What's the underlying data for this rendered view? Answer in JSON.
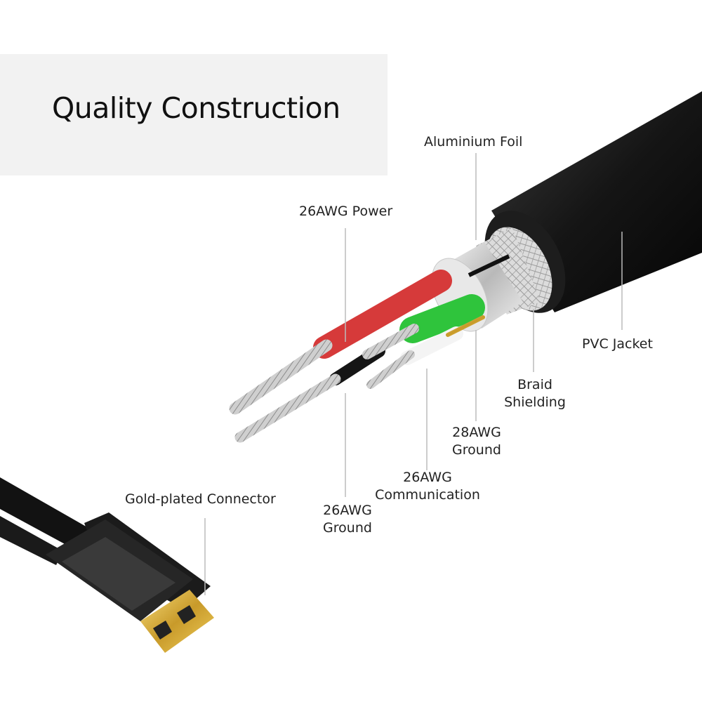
{
  "title": "Quality Construction",
  "colors": {
    "panel": "#f2f2f2",
    "jacket": "#151515",
    "red": "#d63a3a",
    "green": "#2fc43c",
    "gold": "#e0b83c",
    "leader": "#bbbbbb"
  },
  "labels": {
    "aluminium_foil": "Aluminium Foil",
    "power_26awg": "26AWG Power",
    "pvc_jacket": "PVC Jacket",
    "braid_1": "Braid",
    "braid_2": "Shielding",
    "ground_28awg_1": "28AWG",
    "ground_28awg_2": "Ground",
    "comm_26awg_1": "26AWG",
    "comm_26awg_2": "Communication",
    "ground_26awg_1": "26AWG",
    "ground_26awg_2": "Ground",
    "connector": "Gold-plated Connector"
  }
}
